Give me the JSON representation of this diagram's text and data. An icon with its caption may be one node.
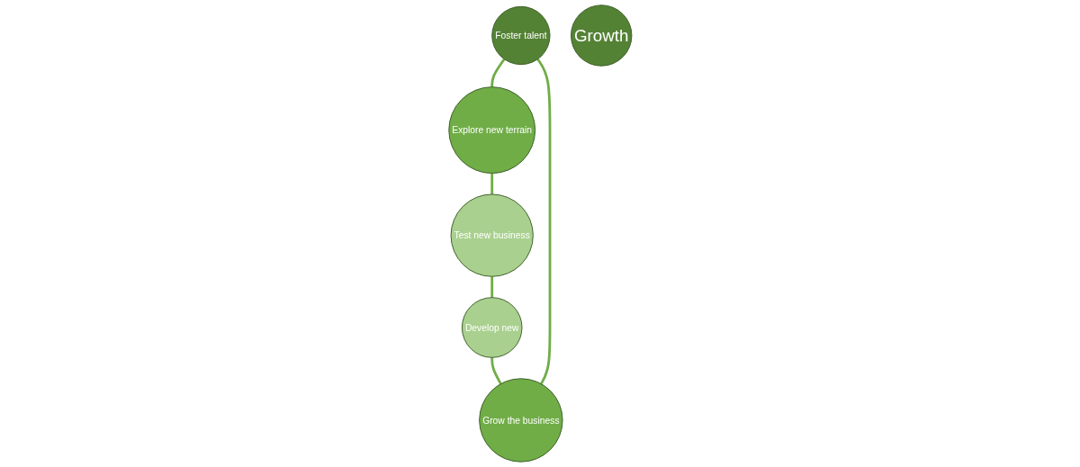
{
  "diagram": {
    "nodes": [
      {
        "text": [
          "Foster talent"
        ]
      },
      {
        "text": [
          "Grow the business"
        ]
      },
      {
        "text": [
          "Growth"
        ]
      },
      {
        "text": [
          "Explore new terrain"
        ]
      },
      {
        "text": [
          "Develop new"
        ]
      },
      {
        "text": [
          "Test new business"
        ]
      }
    ],
    "edges": [
      {
        "from": 0,
        "to": 3,
        "arrow": "none"
      },
      {
        "from": 3,
        "to": 5,
        "arrow": "none"
      },
      {
        "from": 5,
        "to": 4,
        "arrow": "none"
      },
      {
        "from": 4,
        "to": 1,
        "arrow": "none"
      },
      {
        "from": 1,
        "to": 0,
        "arrow": "none"
      }
    ]
  }
}
